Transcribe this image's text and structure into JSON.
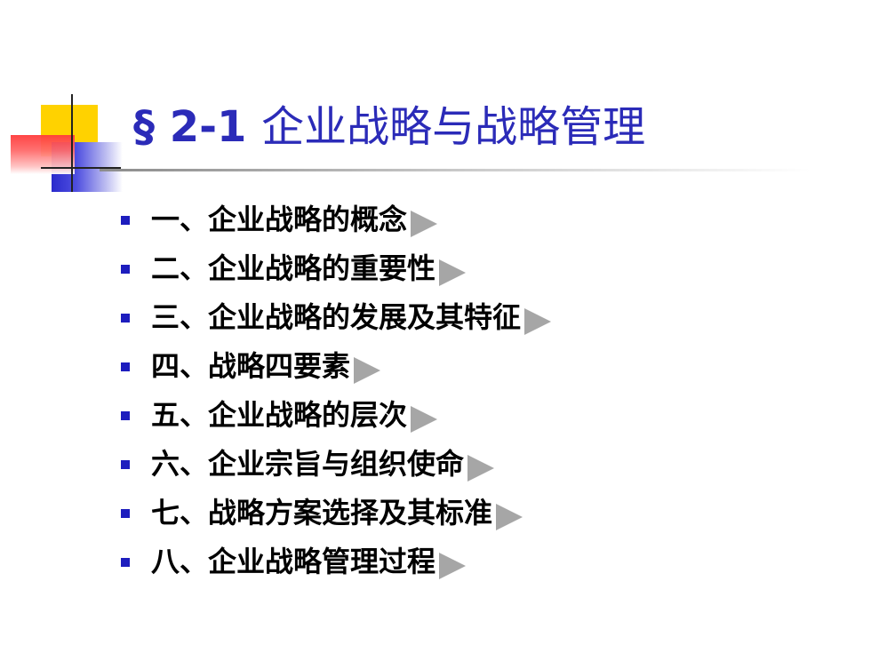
{
  "slide": {
    "title_prefix": "§ 2-1 ",
    "title_text": "企业战略与战略管理",
    "accent_color": "#2b2bb8",
    "bullet_color": "#1d1dbe",
    "arrow_color": "#a6a6a6"
  },
  "items": [
    {
      "label": "一、企业战略的概念",
      "icon": "play-arrow-icon"
    },
    {
      "label": "二、企业战略的重要性",
      "icon": "play-arrow-icon"
    },
    {
      "label": "三、企业战略的发展及其特征",
      "icon": "play-arrow-icon"
    },
    {
      "label": "四、战略四要素",
      "icon": "play-arrow-icon"
    },
    {
      "label": "五、企业战略的层次",
      "icon": "play-arrow-icon"
    },
    {
      "label": "六、企业宗旨与组织使命",
      "icon": "play-arrow-icon"
    },
    {
      "label": "七、战略方案选择及其标准",
      "icon": "play-arrow-icon"
    },
    {
      "label": "八、企业战略管理过程",
      "icon": "play-arrow-icon"
    }
  ]
}
